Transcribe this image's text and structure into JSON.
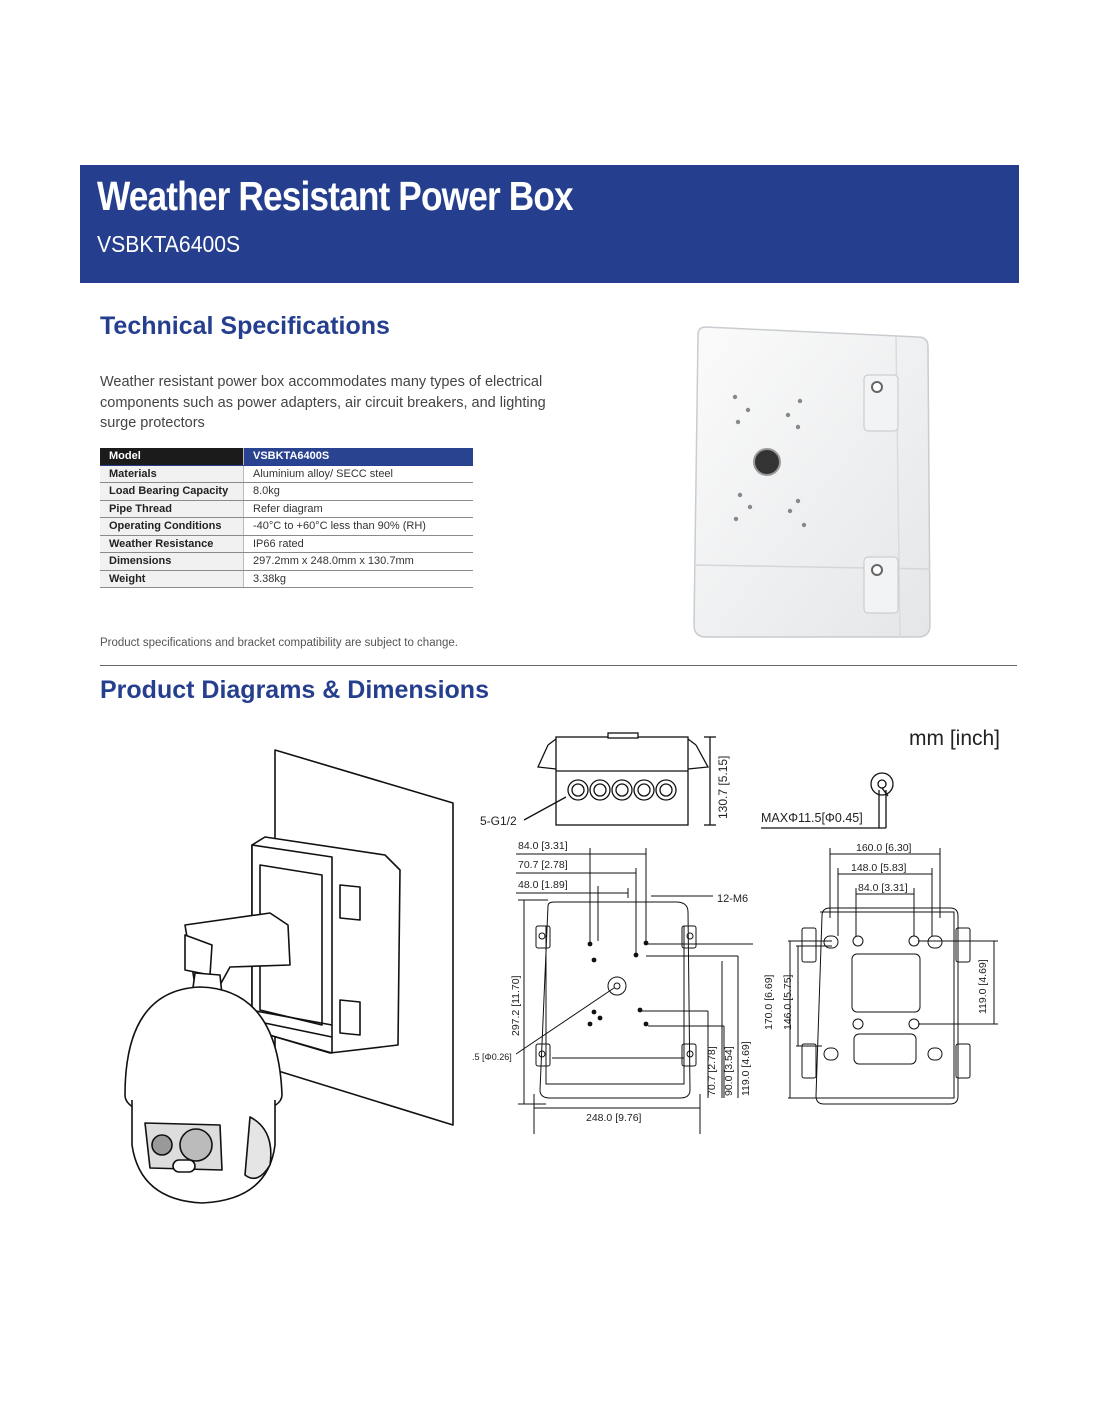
{
  "header": {
    "title": "Weather Resistant Power Box",
    "model": "VSBKTA6400S"
  },
  "tech_section": {
    "heading": "Technical Specifications",
    "description": "Weather resistant power box accommodates many types of electrical components such as power adapters, air circuit breakers, and lighting surge protectors",
    "table": {
      "header": {
        "label": "Model",
        "value": "VSBKTA6400S"
      },
      "rows": [
        {
          "label": "Materials",
          "value": "Aluminium alloy/ SECC steel"
        },
        {
          "label": "Load Bearing Capacity",
          "value": "8.0kg"
        },
        {
          "label": "Pipe Thread",
          "value": "Refer diagram"
        },
        {
          "label": "Operating Conditions",
          "value": "-40°C to +60°C less than 90% (RH)"
        },
        {
          "label": "Weather Resistance",
          "value": "IP66 rated"
        },
        {
          "label": "Dimensions",
          "value": "297.2mm x 248.0mm x 130.7mm"
        },
        {
          "label": "Weight",
          "value": "3.38kg"
        }
      ]
    },
    "note": "Product specifications and bracket compatibility are subject to change."
  },
  "diagram_section": {
    "heading": "Product Diagrams & Dimensions",
    "units": "mm [inch]",
    "labels": {
      "pipe_thread": "5-G1/2",
      "height_depth": "130.7 [5.15]",
      "max_hole": "MAXΦ11.5[Φ0.45]",
      "d84": "84.0 [3.31]",
      "d70": "70.7 [2.78]",
      "d48": "48.0 [1.89]",
      "m6": "12-M6",
      "h297": "297.2 [11.70]",
      "phi": ".5 [Φ0.26]",
      "w248": "248.0 [9.76]",
      "v70": "70.7 [2.78]",
      "v90": "90.0 [3.54]",
      "v119": "119.0 [4.69]",
      "v170": "170.0 [6.69]",
      "v146": "146.0 [5.75]",
      "r160": "160.0 [6.30]",
      "r148": "148.0 [5.83]",
      "r84": "84.0 [3.31]",
      "r119": "119.0 [4.69]"
    }
  }
}
